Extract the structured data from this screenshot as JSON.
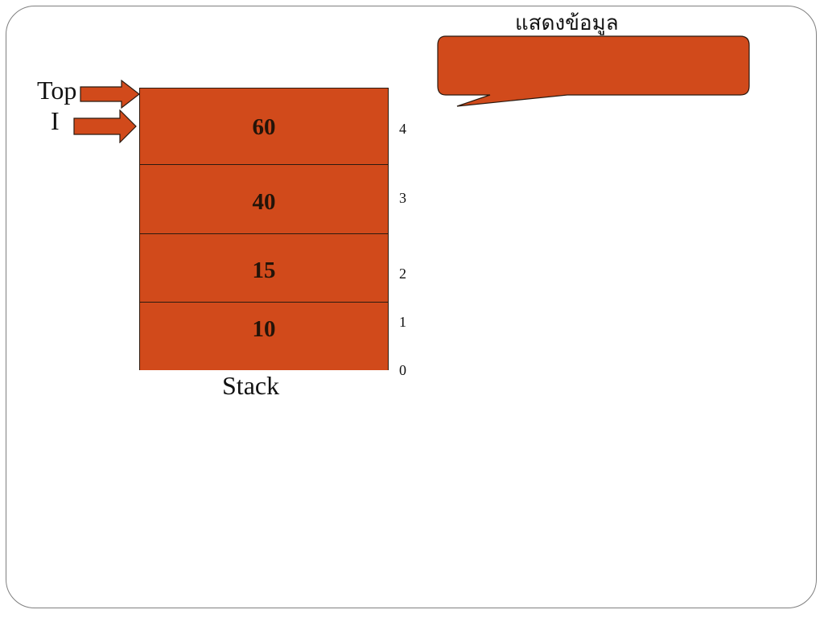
{
  "colors": {
    "cell_fill": "#d14a1b",
    "outline": "#2a1a10",
    "text": "#111111"
  },
  "stack": {
    "caption": "Stack",
    "cells": [
      {
        "index": "4",
        "value": "60"
      },
      {
        "index": "3",
        "value": "40"
      },
      {
        "index": "2",
        "value": "15"
      },
      {
        "index": "1",
        "value": "10"
      }
    ],
    "base_index": "0"
  },
  "pointers": {
    "top_label": "Top",
    "i_label": "I"
  },
  "callout": {
    "title": "แสดงข้อมูล",
    "body": ""
  }
}
